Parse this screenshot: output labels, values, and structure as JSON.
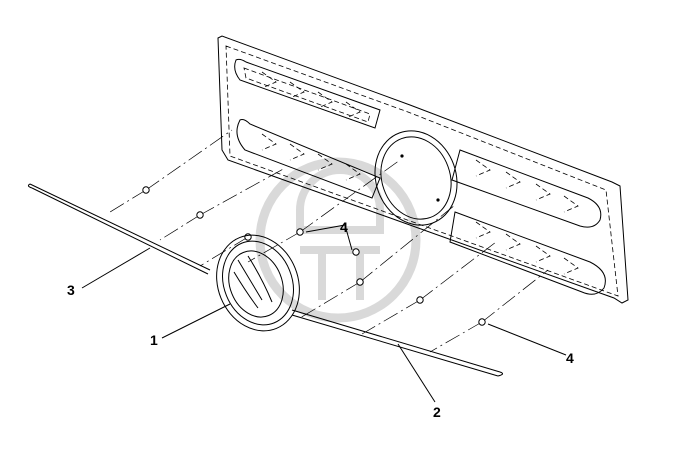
{
  "callouts": {
    "label_1": "1",
    "label_2": "2",
    "label_3": "3",
    "label_4_upper": "4",
    "label_4_lower": "4"
  },
  "icons": {
    "watermark": "circular-logo-watermark"
  },
  "colors": {
    "line": "#000000",
    "watermark": "#d9d9d9",
    "background": "#ffffff"
  }
}
